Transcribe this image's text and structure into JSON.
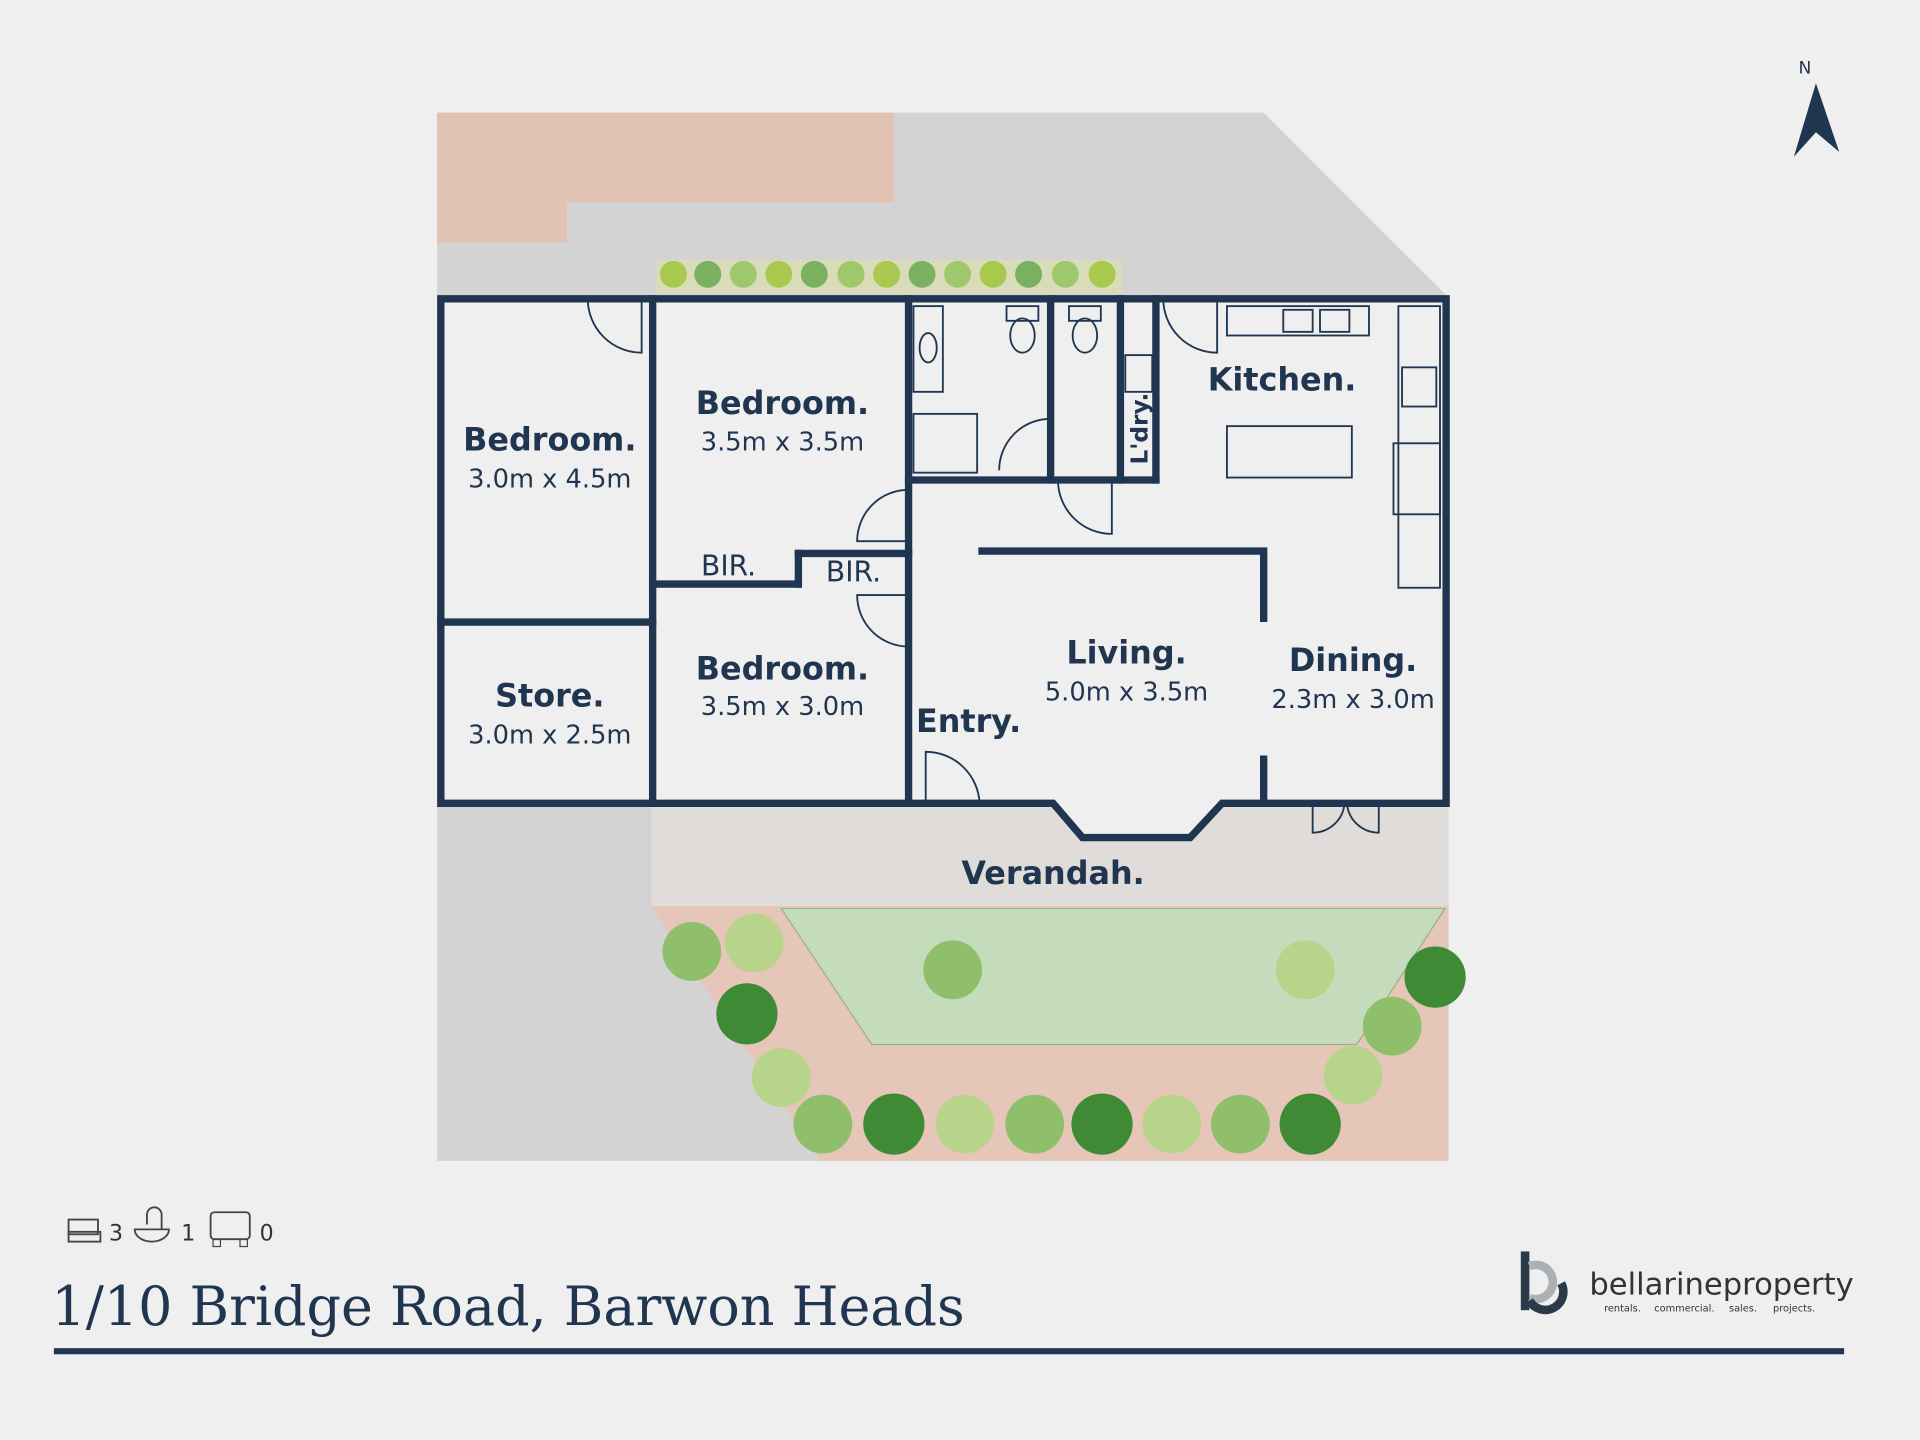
{
  "compass": {
    "label": "N"
  },
  "rooms": {
    "bedroom1": {
      "name": "Bedroom.",
      "size": "3.0m x 4.5m"
    },
    "bedroom2": {
      "name": "Bedroom.",
      "size": "3.5m x 3.5m"
    },
    "bedroom3": {
      "name": "Bedroom.",
      "size": "3.5m x 3.0m"
    },
    "store": {
      "name": "Store.",
      "size": "3.0m x 2.5m"
    },
    "bir1": {
      "name": "BIR."
    },
    "bir2": {
      "name": "BIR."
    },
    "laundry": {
      "name": "L'dry."
    },
    "kitchen": {
      "name": "Kitchen."
    },
    "living": {
      "name": "Living.",
      "size": "5.0m x 3.5m"
    },
    "dining": {
      "name": "Dining.",
      "size": "2.3m x 3.0m"
    },
    "entry": {
      "name": "Entry."
    },
    "verandah": {
      "name": "Verandah."
    }
  },
  "stats": {
    "bedrooms": "3",
    "bathrooms": "1",
    "cars": "0"
  },
  "address": "1/10 Bridge Road, Barwon Heads",
  "logo": {
    "name": "bellarineproperty",
    "tagline": [
      "rentals.",
      "commercial.",
      "sales.",
      "projects."
    ]
  },
  "colors": {
    "wall": "#1f3550",
    "lawn": "#c5dcbc",
    "garden": "#e6c6b8",
    "paving": "#d3d3d3"
  }
}
